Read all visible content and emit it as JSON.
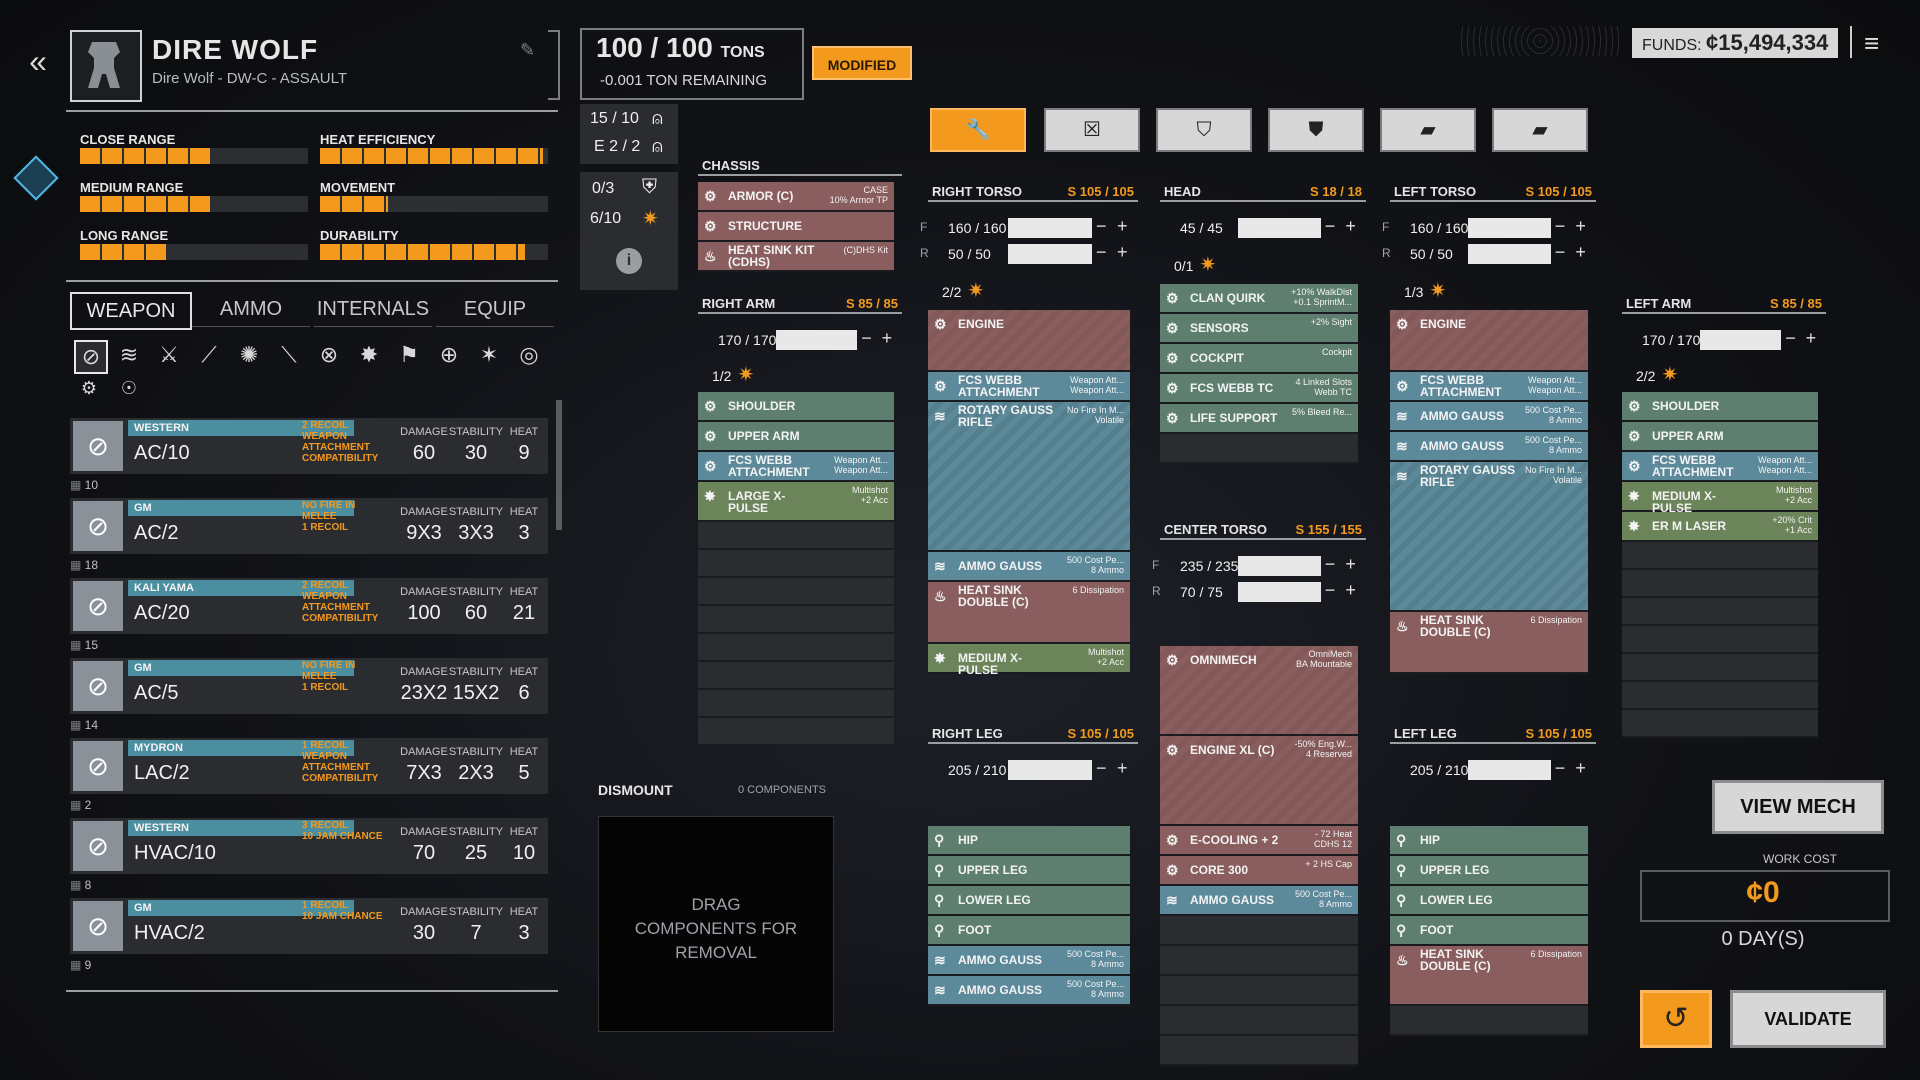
{
  "header": {
    "title": "DIRE WOLF",
    "subtitle": "Dire Wolf - DW-C - ASSAULT"
  },
  "stats": [
    {
      "label": "CLOSE RANGE",
      "fill": 0.58
    },
    {
      "label": "HEAT EFFICIENCY",
      "fill": 0.98
    },
    {
      "label": "MEDIUM RANGE",
      "fill": 0.58
    },
    {
      "label": "MOVEMENT",
      "fill": 0.3
    },
    {
      "label": "LONG RANGE",
      "fill": 0.38
    },
    {
      "label": "DURABILITY",
      "fill": 0.9
    }
  ],
  "tabs": [
    "WEAPON",
    "AMMO",
    "INTERNALS",
    "EQUIP"
  ],
  "weapons": [
    {
      "maker": "WESTERN",
      "name": "AC/10",
      "tags": "2 RECOIL\nWEAPON ATTACHMENT COMPATIBILITY",
      "damage": "60",
      "stability": "30",
      "heat": "9",
      "qty": "10"
    },
    {
      "maker": "GM",
      "name": "AC/2",
      "tags": "NO FIRE IN MELEE\n1 RECOIL",
      "damage": "9X3",
      "stability": "3X3",
      "heat": "3",
      "qty": "18"
    },
    {
      "maker": "KALI YAMA",
      "name": "AC/20",
      "tags": "2 RECOIL\nWEAPON ATTACHMENT COMPATIBILITY",
      "damage": "100",
      "stability": "60",
      "heat": "21",
      "qty": "15"
    },
    {
      "maker": "GM",
      "name": "AC/5",
      "tags": "NO FIRE IN MELEE\n1 RECOIL",
      "damage": "23X2",
      "stability": "15X2",
      "heat": "6",
      "qty": "14"
    },
    {
      "maker": "MYDRON",
      "name": "LAC/2",
      "tags": "1 RECOIL\nWEAPON ATTACHMENT COMPATIBILITY",
      "damage": "7X3",
      "stability": "2X3",
      "heat": "5",
      "qty": "2"
    },
    {
      "maker": "WESTERN",
      "name": "HVAC/10",
      "tags": "3 RECOIL\n10 JAM CHANCE",
      "damage": "70",
      "stability": "25",
      "heat": "10",
      "qty": "8"
    },
    {
      "maker": "GM",
      "name": "HVAC/2",
      "tags": "1 RECOIL\n10 JAM CHANCE",
      "damage": "30",
      "stability": "7",
      "heat": "3",
      "qty": "9"
    }
  ],
  "labels": {
    "damage": "DAMAGE",
    "stability": "STABILITY",
    "heat": "HEAT"
  },
  "tonnage": {
    "value": "100 / 100",
    "unit": "TONS",
    "remaining": "-0.001 TON REMAINING",
    "modified": "MODIFIED"
  },
  "counters": {
    "c1": "15 / 10",
    "c2": "E 2 / 2",
    "c3": "0/3",
    "c4": "6/10"
  },
  "funds": {
    "label": "FUNDS:",
    "value": "¢15,494,334"
  },
  "chassis": {
    "title": "CHASSIS",
    "slots": [
      {
        "name": "ARMOR (C)",
        "desc": "CASE\n10% Armor TP"
      },
      {
        "name": "STRUCTURE",
        "desc": ""
      },
      {
        "name": "HEAT SINK KIT (CDHS)",
        "desc": "(C)DHS Kit"
      }
    ]
  },
  "right_arm": {
    "title": "RIGHT ARM",
    "hp": "S 85 / 85",
    "armor": "170 / 170",
    "heat": "1/2",
    "slots": [
      {
        "name": "SHOULDER",
        "desc": ""
      },
      {
        "name": "UPPER ARM",
        "desc": ""
      },
      {
        "name": "FCS WEBB ATTACHMENT",
        "desc": "Weapon Att...\nWeapon Att..."
      },
      {
        "name": "LARGE X-PULSE",
        "desc": "Multishot\n+2 Acc"
      }
    ]
  },
  "right_torso": {
    "title": "RIGHT TORSO",
    "hp": "S 105 / 105",
    "front": "160 / 160",
    "rear": "50 / 50",
    "heat": "2/2",
    "slots": [
      {
        "name": "ENGINE",
        "desc": ""
      },
      {
        "name": "FCS WEBB ATTACHMENT",
        "desc": "Weapon Att...\nWeapon Att..."
      },
      {
        "name": "ROTARY GAUSS RIFLE",
        "desc": "No Fire In M...\nVolatile"
      },
      {
        "name": "AMMO GAUSS",
        "desc": "500 Cost Pe...\n8 Ammo"
      },
      {
        "name": "HEAT SINK DOUBLE (C)",
        "desc": "6 Dissipation"
      },
      {
        "name": "MEDIUM X-PULSE",
        "desc": "Multishot\n+2 Acc"
      }
    ]
  },
  "head": {
    "title": "HEAD",
    "hp": "S 18 / 18",
    "armor": "45 / 45",
    "heat": "0/1",
    "slots": [
      {
        "name": "CLAN QUIRK",
        "desc": "+10% WalkDist\n+0.1 SprintM..."
      },
      {
        "name": "SENSORS",
        "desc": "+2% Sight"
      },
      {
        "name": "COCKPIT",
        "desc": "Cockpit"
      },
      {
        "name": "FCS WEBB TC",
        "desc": "4 Linked Slots\nWebb TC"
      },
      {
        "name": "LIFE SUPPORT",
        "desc": "5% Bleed Re..."
      }
    ]
  },
  "left_torso": {
    "title": "LEFT TORSO",
    "hp": "S 105 / 105",
    "front": "160 / 160",
    "rear": "50 / 50",
    "heat": "1/3",
    "slots": [
      {
        "name": "ENGINE",
        "desc": ""
      },
      {
        "name": "FCS WEBB ATTACHMENT",
        "desc": "Weapon Att...\nWeapon Att..."
      },
      {
        "name": "AMMO GAUSS",
        "desc": "500 Cost Pe...\n8 Ammo"
      },
      {
        "name": "AMMO GAUSS",
        "desc": "500 Cost Pe...\n8 Ammo"
      },
      {
        "name": "ROTARY GAUSS RIFLE",
        "desc": "No Fire In M...\nVolatile"
      },
      {
        "name": "HEAT SINK DOUBLE (C)",
        "desc": "6 Dissipation"
      }
    ]
  },
  "left_arm": {
    "title": "LEFT ARM",
    "hp": "S 85 / 85",
    "armor": "170 / 170",
    "heat": "2/2",
    "slots": [
      {
        "name": "SHOULDER",
        "desc": ""
      },
      {
        "name": "UPPER ARM",
        "desc": ""
      },
      {
        "name": "FCS WEBB ATTACHMENT",
        "desc": "Weapon Att...\nWeapon Att..."
      },
      {
        "name": "MEDIUM X-PULSE",
        "desc": "Multishot\n+2 Acc"
      },
      {
        "name": "ER M LASER",
        "desc": "+20% Crit\n+1 Acc"
      }
    ]
  },
  "center_torso": {
    "title": "CENTER TORSO",
    "hp": "S 155 / 155",
    "front": "235 / 235",
    "rear": "70 / 75",
    "slots": [
      {
        "name": "OMNIMECH",
        "desc": "OmniMech\nBA Mountable"
      },
      {
        "name": "ENGINE XL (C)",
        "desc": "-50% Eng.W...\n4 Reserved"
      },
      {
        "name": "E-COOLING + 2",
        "desc": "- 72 Heat\nCDHS 12"
      },
      {
        "name": "CORE 300",
        "desc": "+ 2 HS Cap"
      },
      {
        "name": "AMMO GAUSS",
        "desc": "500 Cost Pe...\n8 Ammo"
      }
    ]
  },
  "right_leg": {
    "title": "RIGHT LEG",
    "hp": "S 105 / 105",
    "armor": "205 / 210",
    "slots": [
      {
        "name": "HIP",
        "desc": ""
      },
      {
        "name": "UPPER LEG",
        "desc": ""
      },
      {
        "name": "LOWER LEG",
        "desc": ""
      },
      {
        "name": "FOOT",
        "desc": ""
      },
      {
        "name": "AMMO GAUSS",
        "desc": "500 Cost Pe...\n8 Ammo"
      },
      {
        "name": "AMMO GAUSS",
        "desc": "500 Cost Pe...\n8 Ammo"
      }
    ]
  },
  "left_leg": {
    "title": "LEFT LEG",
    "hp": "S 105 / 105",
    "armor": "205 / 210",
    "slots": [
      {
        "name": "HIP",
        "desc": ""
      },
      {
        "name": "UPPER LEG",
        "desc": ""
      },
      {
        "name": "LOWER LEG",
        "desc": ""
      },
      {
        "name": "FOOT",
        "desc": ""
      },
      {
        "name": "HEAT SINK DOUBLE (C)",
        "desc": "6 Dissipation"
      }
    ]
  },
  "dismount": {
    "title": "DISMOUNT",
    "count": "0 COMPONENTS",
    "hint": "DRAG COMPONENTS FOR REMOVAL"
  },
  "actions": {
    "view_mech": "VIEW MECH",
    "work_cost_label": "WORK COST",
    "work_cost": "¢0",
    "days": "0 DAY(S)",
    "validate": "VALIDATE"
  },
  "colors": {
    "accent": "#f39a1e",
    "slot_green": "#5e7f70",
    "slot_blue": "#5c8a9a",
    "slot_red": "#8a5e5e"
  }
}
